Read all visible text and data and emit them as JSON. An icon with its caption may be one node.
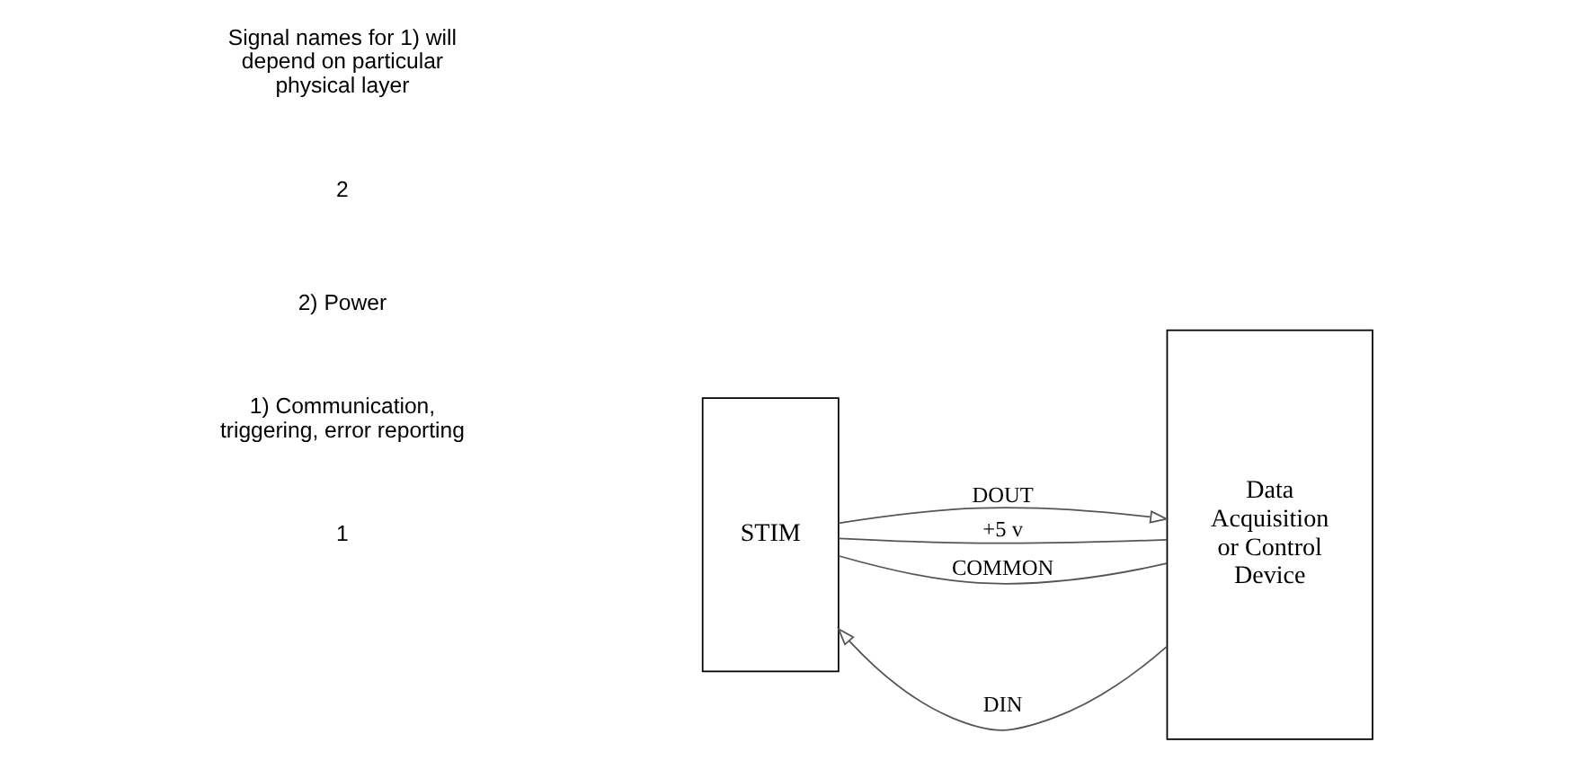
{
  "diagram": {
    "nodes": [
      {
        "text": [
          "STIM"
        ]
      },
      {
        "text": [
          "Data Acquisition or Control Device"
        ]
      }
    ],
    "edges": [
      {
        "from": 1,
        "to": 0,
        "arrow": "to",
        "label": "DIN"
      },
      {
        "from": 0,
        "to": 1,
        "arrow": "to",
        "label": "DOUT"
      },
      {
        "from": 0,
        "to": 1,
        "arrow": "none",
        "label": "+5 v"
      },
      {
        "from": 0,
        "to": 1,
        "arrow": "none",
        "label": "COMMON"
      }
    ],
    "labels": [
      "1) Communication, triggering, error reporting",
      "2) Power",
      "1",
      "2",
      "Signal names for 1) will depend on particular physical layer"
    ]
  }
}
